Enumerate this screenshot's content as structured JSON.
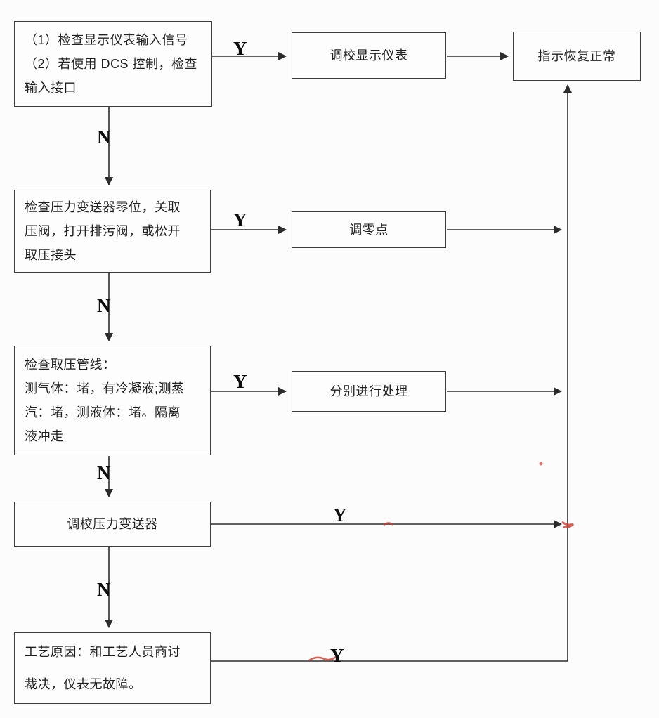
{
  "flowchart": {
    "yes_label": "Y",
    "no_label": "N",
    "colors": {
      "line": "#333333",
      "box_border": "#3c3c3c",
      "artifact_red": "#d63426"
    },
    "nodes": {
      "check_display_input": {
        "lines": [
          "（1）检查显示仪表输入信号",
          "（2）若使用 DCS 控制，检查输入接口"
        ]
      },
      "calibrate_display": {
        "text": "调校显示仪表"
      },
      "indication_normal": {
        "text": "指示恢复正常"
      },
      "check_transmitter_zero": {
        "lines": [
          "检查压力变送器零位，关取",
          "压阀，打开排污阀，或松开",
          "取压接头"
        ]
      },
      "adjust_zero": {
        "text": "调零点"
      },
      "check_pressure_lines": {
        "lines": [
          "检查取压管线：",
          "测气体：堵，有冷凝液;测蒸",
          "汽：堵，测液体：堵。隔离",
          "液冲走"
        ]
      },
      "handle_separately": {
        "text": "分别进行处理"
      },
      "calibrate_transmitter": {
        "text": "调校压力变送器"
      },
      "process_reason": {
        "lines": [
          "工艺原因：和工艺人员商讨",
          "裁决，仪表无故障。"
        ]
      }
    }
  }
}
